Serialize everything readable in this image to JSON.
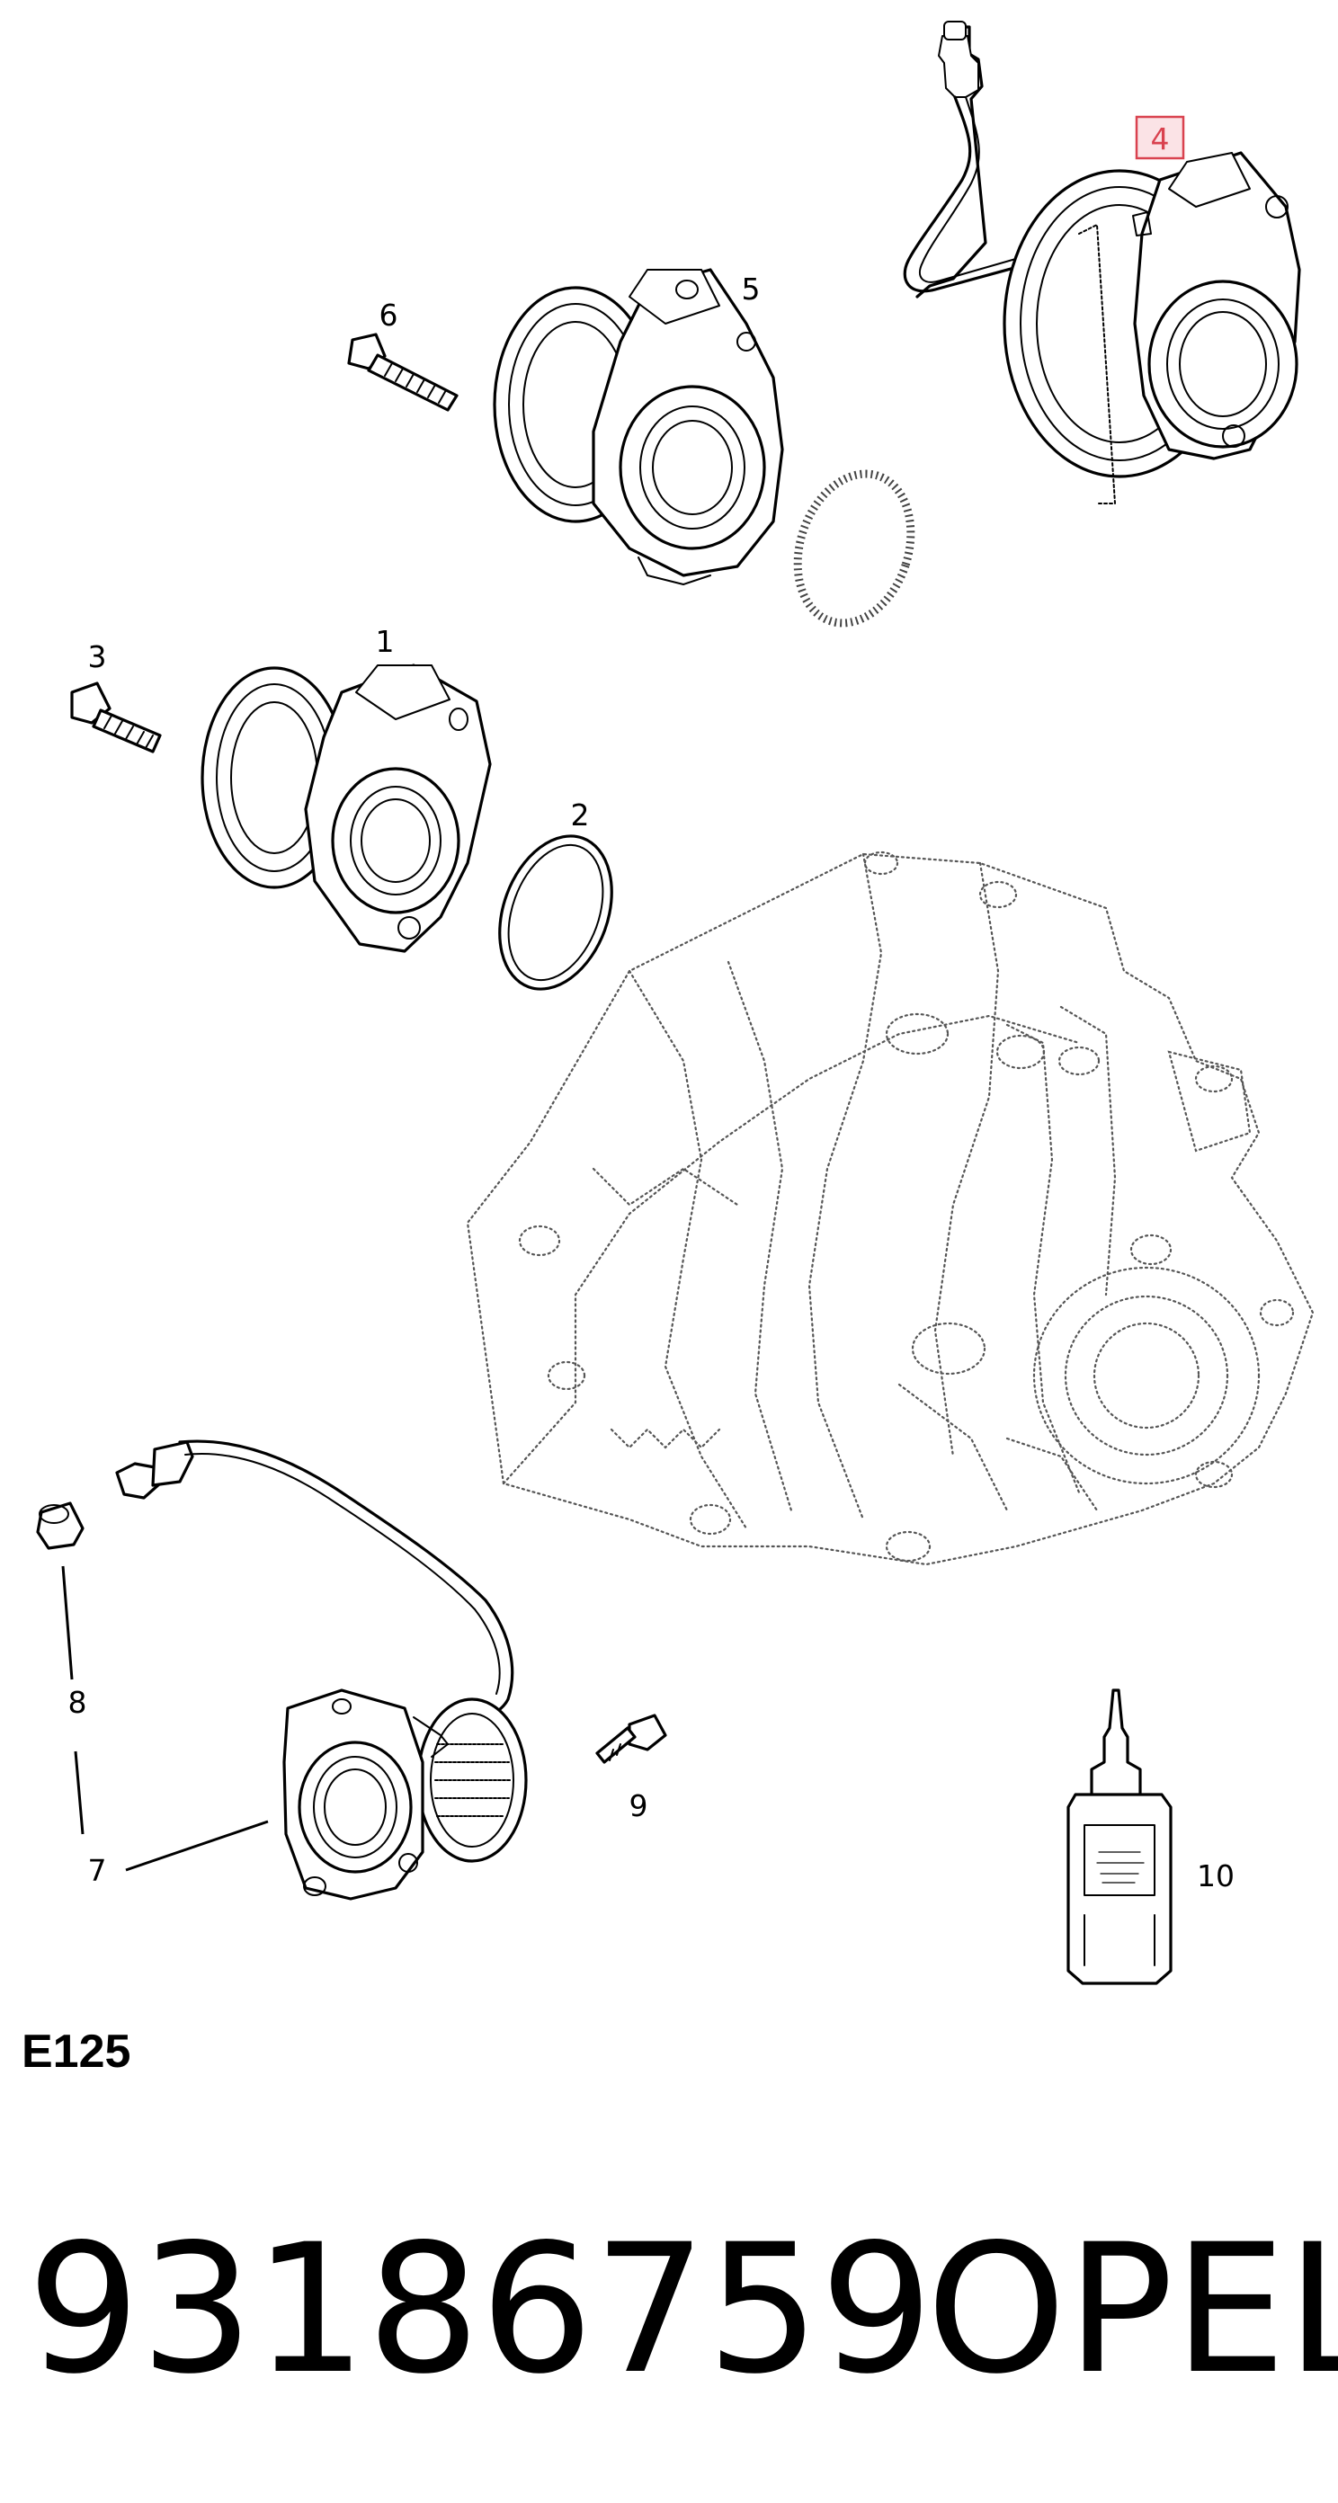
{
  "diagram": {
    "code": "E125",
    "highlight_color": "#d9424f",
    "callouts": {
      "c1": "1",
      "c2": "2",
      "c3": "3",
      "c4": "4",
      "c5": "5",
      "c6": "6",
      "c7": "7",
      "c8": "8",
      "c9": "9",
      "c10": "10"
    }
  },
  "footer": {
    "part_number": "93186759",
    "brand": "OPEL"
  }
}
